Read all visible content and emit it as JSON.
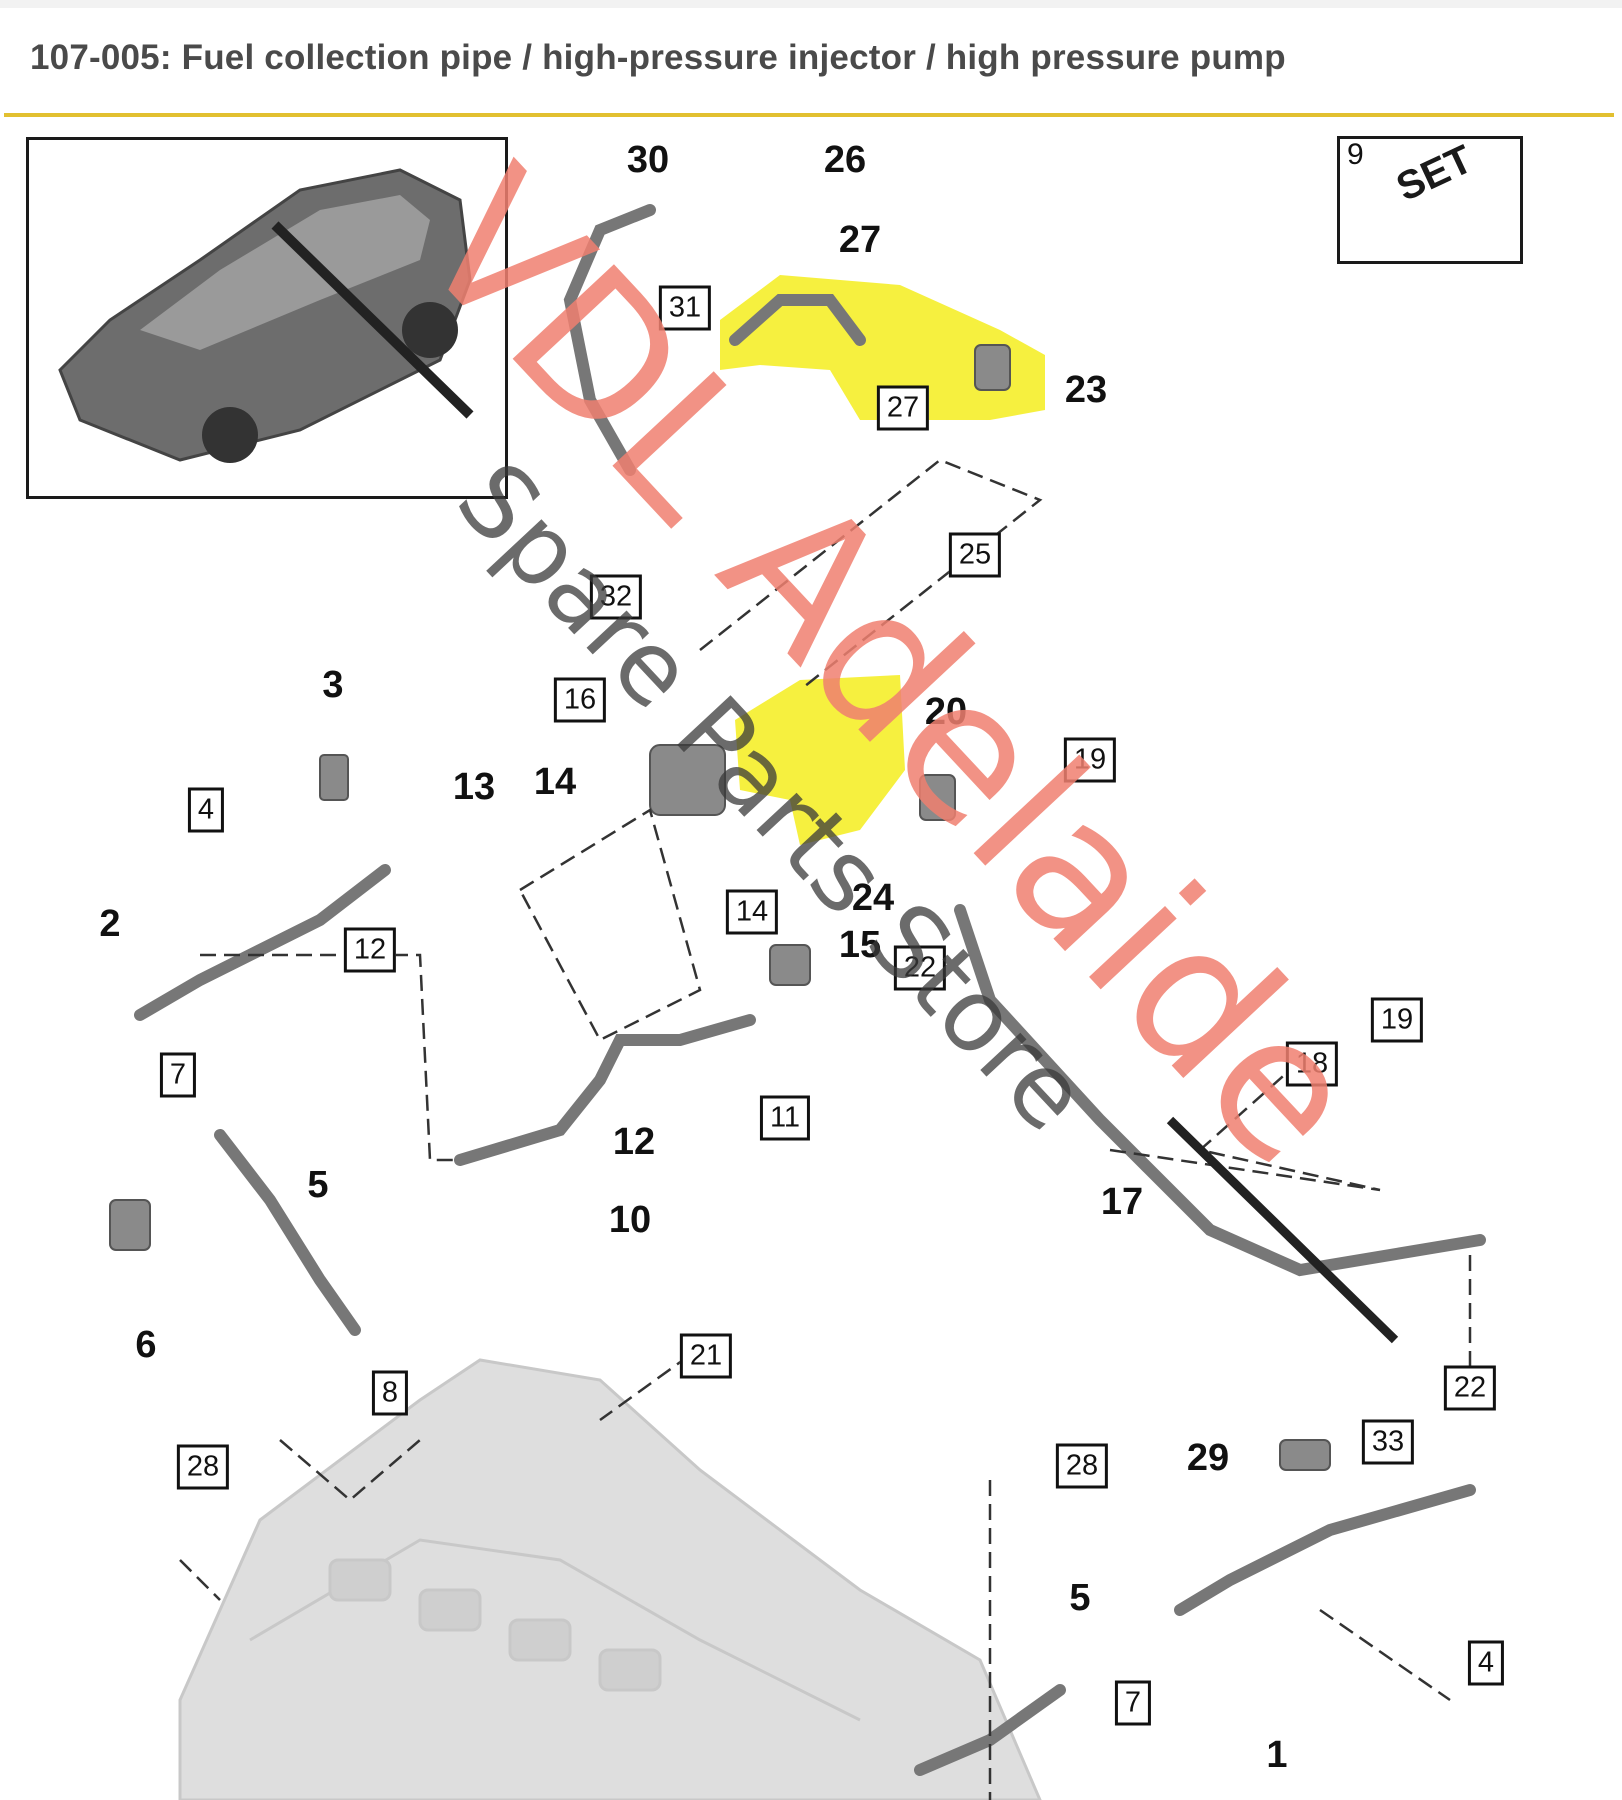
{
  "header": {
    "title": "107-005: Fuel collection pipe / high-pressure injector / high pressure pump"
  },
  "set_box": {
    "number": "9",
    "label": "SET"
  },
  "callouts": [
    {
      "id": "30",
      "bold": true
    },
    {
      "id": "26",
      "bold": true
    },
    {
      "id": "27",
      "bold": true
    },
    {
      "id": "31",
      "bold": false
    },
    {
      "id": "27",
      "bold": false
    },
    {
      "id": "23",
      "bold": true
    },
    {
      "id": "32",
      "bold": false
    },
    {
      "id": "25",
      "bold": false
    },
    {
      "id": "3",
      "bold": true
    },
    {
      "id": "16",
      "bold": false
    },
    {
      "id": "20",
      "bold": true
    },
    {
      "id": "19",
      "bold": false
    },
    {
      "id": "13",
      "bold": true
    },
    {
      "id": "14",
      "bold": true
    },
    {
      "id": "4",
      "bold": false
    },
    {
      "id": "2",
      "bold": true
    },
    {
      "id": "12",
      "bold": false
    },
    {
      "id": "14",
      "bold": false
    },
    {
      "id": "24",
      "bold": true
    },
    {
      "id": "15",
      "bold": true
    },
    {
      "id": "22",
      "bold": false
    },
    {
      "id": "7",
      "bold": false
    },
    {
      "id": "11",
      "bold": false
    },
    {
      "id": "12",
      "bold": true
    },
    {
      "id": "10",
      "bold": true
    },
    {
      "id": "18",
      "bold": false
    },
    {
      "id": "19",
      "bold": false
    },
    {
      "id": "17",
      "bold": true
    },
    {
      "id": "5",
      "bold": true
    },
    {
      "id": "6",
      "bold": true
    },
    {
      "id": "8",
      "bold": false
    },
    {
      "id": "21",
      "bold": false
    },
    {
      "id": "28",
      "bold": false
    },
    {
      "id": "28",
      "bold": false
    },
    {
      "id": "22",
      "bold": false
    },
    {
      "id": "29",
      "bold": true
    },
    {
      "id": "33",
      "bold": false
    },
    {
      "id": "5",
      "bold": true
    },
    {
      "id": "7",
      "bold": false
    },
    {
      "id": "4",
      "bold": false
    },
    {
      "id": "1",
      "bold": true
    },
    {
      "id": "9",
      "bold": false
    }
  ],
  "watermark": {
    "line1": "VDL Adelaide",
    "line2": "Spare Parts Store"
  },
  "colors": {
    "highlight": "#f5ee2a",
    "rule": "#e2c030",
    "watermark": "#f08070",
    "title": "#4a4a4a"
  }
}
